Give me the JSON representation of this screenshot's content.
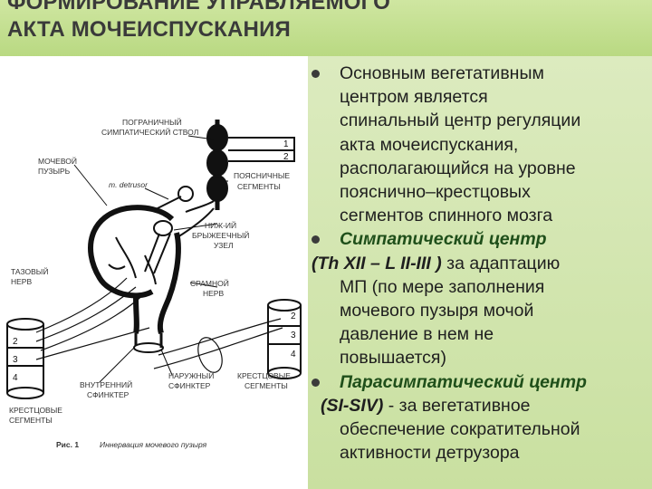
{
  "title": {
    "line1": "ФОРМИРОВАНИЕ УПРАВЛЯЕМОГО",
    "line2": "АКТА МОЧЕИСПУСКАНИЯ"
  },
  "figure": {
    "labels": {
      "border_trunk_1": "ПОГРАНИЧНЫЙ",
      "border_trunk_2": "СИМПАТИЧЕСКИЙ СТВОЛ",
      "bladder_1": "МОЧЕВОЙ",
      "bladder_2": "ПУЗЫРЬ",
      "detrusor": "m. detrusor",
      "lumbar_1": "ПОЯСНИЧНЫЕ",
      "lumbar_2": "СЕГМЕНТЫ",
      "ganglion_1": "НИЖ-ИЙ",
      "ganglion_2": "БРЫЖЕЕЧНЫЙ",
      "ganglion_3": "УЗЕЛ",
      "pelvic_1": "ТАЗОВЫЙ",
      "pelvic_2": "НЕРВ",
      "pudendal_1": "СРАМНОЙ",
      "pudendal_2": "НЕРВ",
      "inner_sph_1": "ВНУТРЕННИЙ",
      "inner_sph_2": "СФИНКТЕР",
      "outer_sph_1": "НАРУЖНЫЙ",
      "outer_sph_2": "СФИНКТЕР",
      "sacral_left_1": "КРЕСТЦОВЫЕ",
      "sacral_left_2": "СЕГМЕНТЫ",
      "sacral_right_1": "КРЕСТЦОВЫЕ",
      "sacral_right_2": "СЕГМЕНТЫ",
      "caption_num": "Рис. 1",
      "caption_text": "Иннервация мочевого пузыря",
      "n1": "1",
      "n2": "2",
      "left_n2": "2",
      "left_n3": "3",
      "left_n4": "4",
      "right_n2": "2",
      "right_n3": "3",
      "right_n4": "4"
    }
  },
  "text": {
    "p1": [
      "Основным вегетативным",
      "центром является",
      "спинальный центр регуляции",
      "акта мочеиспускания,",
      "располагающийся на уровне",
      "пояснично–крестцовых",
      "сегментов спинного мозга"
    ],
    "p2_head": "Симпатический центр",
    "p2_line2_em": "(Th XII – L II-III )",
    "p2_line2_rest": " за адаптацию",
    "p2_rest": [
      "МП (по мере заполнения",
      "мочевого пузыря мочой",
      "давление в нем не",
      "повышается)"
    ],
    "p3_head": "Парасимпатический центр",
    "p3_line2_em": "(SI-SIV)",
    "p3_line2_rest": "  - за вегетативное",
    "p3_rest": [
      "обеспечение сократительной",
      "активности детрузора"
    ]
  },
  "colors": {
    "title_band": "#b9d982",
    "panel": "#c9e0a0",
    "emphasis": "#1f4f1a"
  }
}
